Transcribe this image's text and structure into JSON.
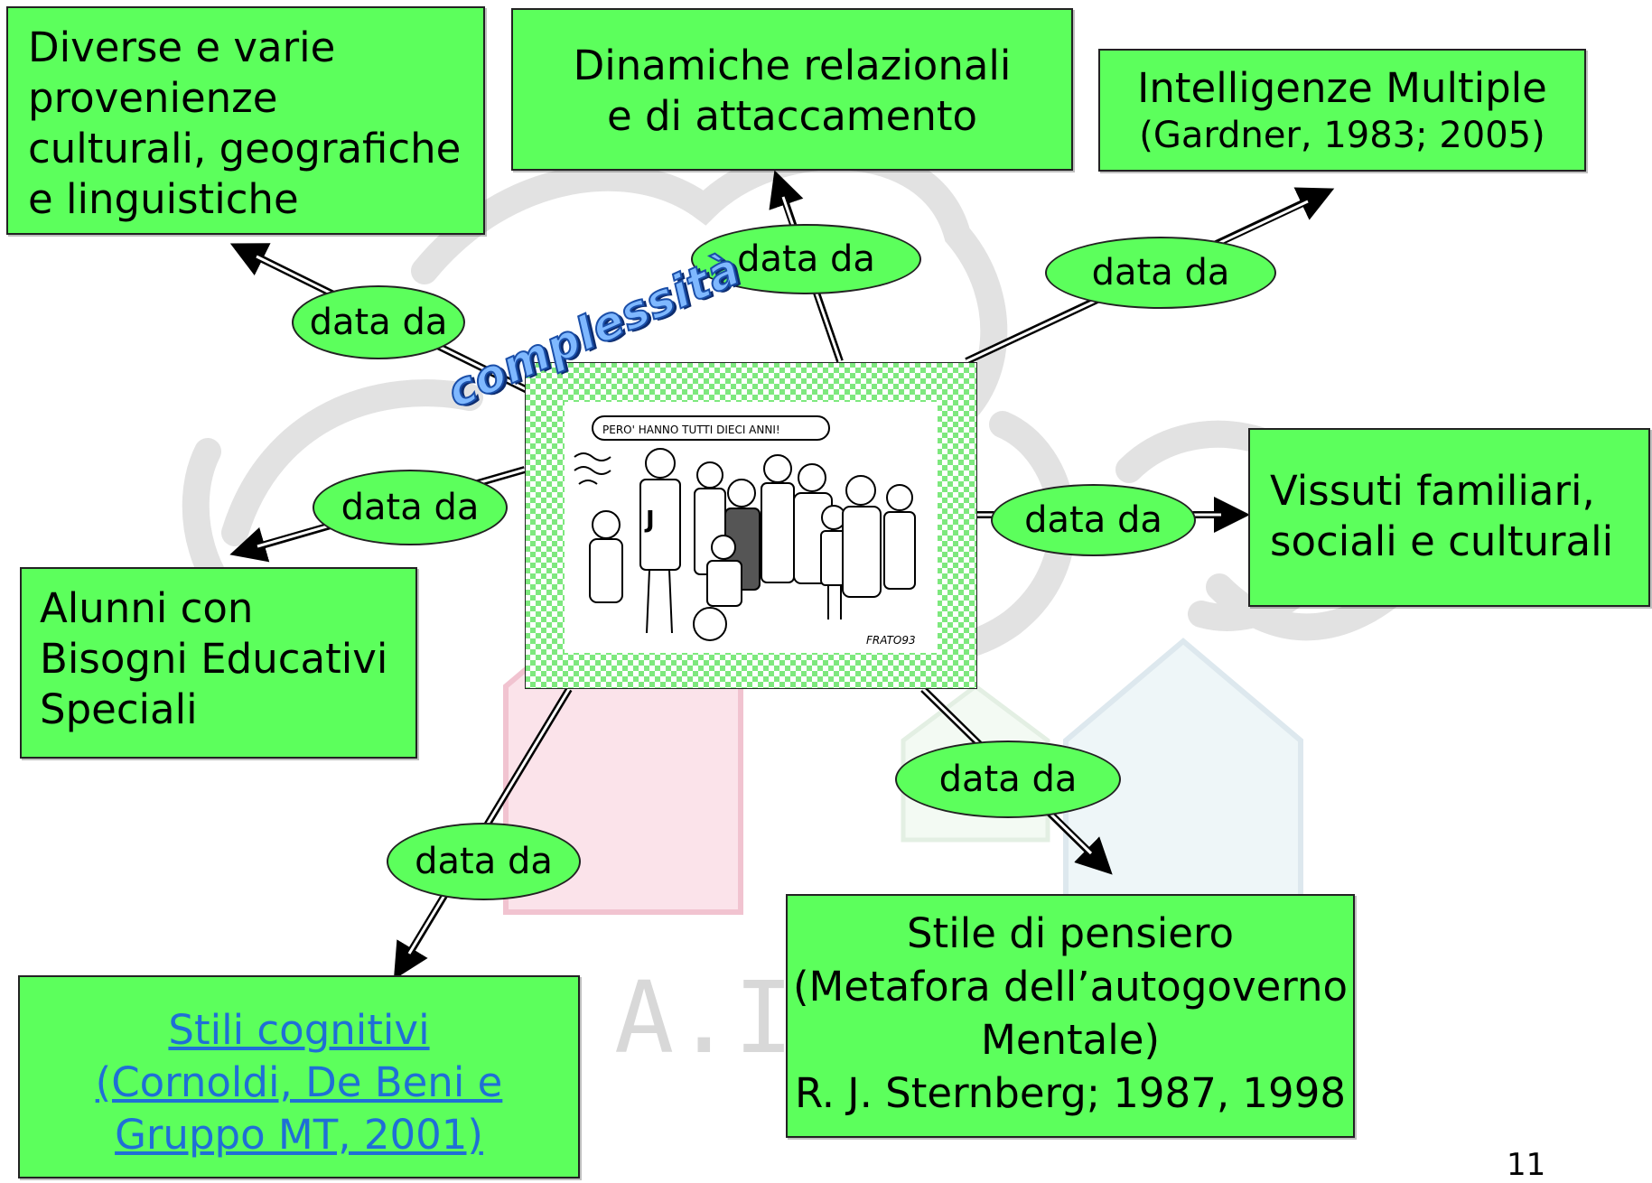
{
  "boxes": {
    "provenienze": [
      "Diverse e varie",
      "provenienze",
      "culturali, geografiche",
      "e linguistiche"
    ],
    "dinamiche": [
      "Dinamiche relazionali",
      "e di attaccamento"
    ],
    "intelligenze": [
      "Intelligenze Multiple",
      "(Gardner, 1983; 2005)"
    ],
    "vissuti": [
      "Vissuti familiari,",
      "sociali e culturali"
    ],
    "alunni": [
      "Alunni con",
      "Bisogni Educativi",
      "Speciali"
    ],
    "stile": [
      "Stile di pensiero",
      "(Metafora dell’autogoverno",
      "Mentale)",
      "R. J. Sternberg; 1987, 1998"
    ],
    "stili": [
      "Stili cognitivi",
      "(Cornoldi, De Beni e",
      " Gruppo MT, 2001)"
    ]
  },
  "edge_label": "data da",
  "center": {
    "title": "complessità",
    "cartoon_caption": "PERO' HANNO TUTTI DIECI ANNI!",
    "cartoon_signature": "FRATO93"
  },
  "watermark": "A.I",
  "slide_number": "11",
  "colors": {
    "box_fill": "#5cff5c",
    "link": "#1f6fd6",
    "title_fill": "#7fb8ff",
    "title_outline": "#1a4ea8",
    "frame_check": "#7ee87e"
  }
}
